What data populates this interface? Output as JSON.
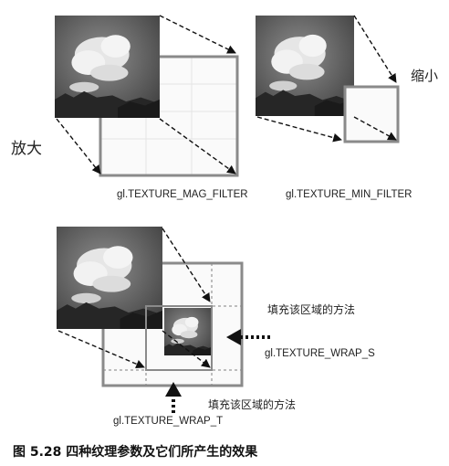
{
  "labels": {
    "magnify": "放大",
    "minify": "缩小",
    "mag_filter": "gl.TEXTURE_MAG_FILTER",
    "min_filter": "gl.TEXTURE_MIN_FILTER",
    "fill_method_s": "填充该区域的方法",
    "fill_method_t": "填充该区域的方法",
    "wrap_s": "gl.TEXTURE_WRAP_S",
    "wrap_t": "gl.TEXTURE_WRAP_T"
  },
  "caption": "图 5.28  四种纹理参数及它们所产生的效果",
  "colors": {
    "frame": "#8a8a8a",
    "grid": "#cfcfcf",
    "arrow": "#111111",
    "sky_dark": "#3a3a3a",
    "cloud": "#ededed"
  }
}
